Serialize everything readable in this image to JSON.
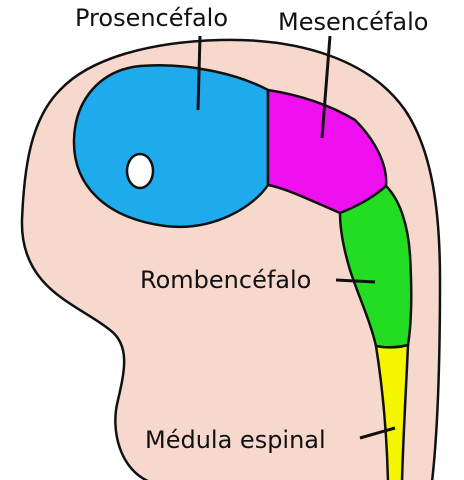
{
  "labels": {
    "prosencephalon": "Prosencéfalo",
    "mesencephalon": "Mesencéfalo",
    "rhombencephalon": "Rombencéfalo",
    "spinal_cord": "Médula espinal"
  },
  "colors": {
    "embryo_fill": "#f6d8cd",
    "outline": "#111111",
    "prosencephalon": "#20aaee",
    "mesencephalon": "#ee10ee",
    "rhombencephalon": "#22dd22",
    "spinal_cord": "#f5f500",
    "eye": "#ffffff"
  }
}
